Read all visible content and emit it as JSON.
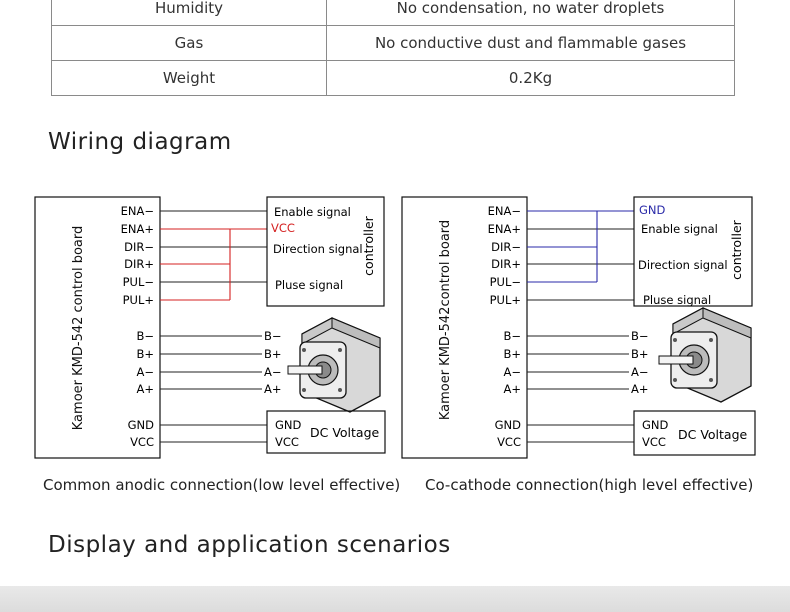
{
  "spec_rows": [
    {
      "key": "Humidity",
      "value": "No condensation, no water droplets"
    },
    {
      "key": "Gas",
      "value": "No conductive dust and flammable gases"
    },
    {
      "key": "Weight",
      "value": "0.2Kg"
    }
  ],
  "section_wiring": "Wiring diagram",
  "section_display": "Display and application scenarios",
  "board_label": "Kamoer  KMD-542 control board",
  "board_label_right": "Kamoer  KMD-542control board",
  "pins_top": [
    "ENA−",
    "ENA+",
    "DIR−",
    "DIR+",
    "PUL−",
    "PUL+"
  ],
  "pins_motor": [
    "B−",
    "B+",
    "A−",
    "A+"
  ],
  "pins_power": [
    "GND",
    "VCC"
  ],
  "motor_labels": [
    "B−",
    "B+",
    "A−",
    "A+"
  ],
  "controller_label": "controller",
  "left_controller": {
    "enable": "Enable signal",
    "common": "VCC",
    "direction": "Direction signal",
    "pulse": "Pluse signal"
  },
  "right_controller": {
    "common": "GND",
    "enable": "Enable signal",
    "direction": "Direction signal",
    "pulse": "Pluse signal"
  },
  "power_box": {
    "gnd": "GND",
    "vcc": "VCC",
    "title": "DC  Voltage"
  },
  "caption_left": "Common anodic connection(low level effective)",
  "caption_right": "Co-cathode connection(high level effective)",
  "colors": {
    "anode_wire": "#d42020",
    "cathode_wire": "#2a2aa8",
    "wire": "#222222"
  }
}
